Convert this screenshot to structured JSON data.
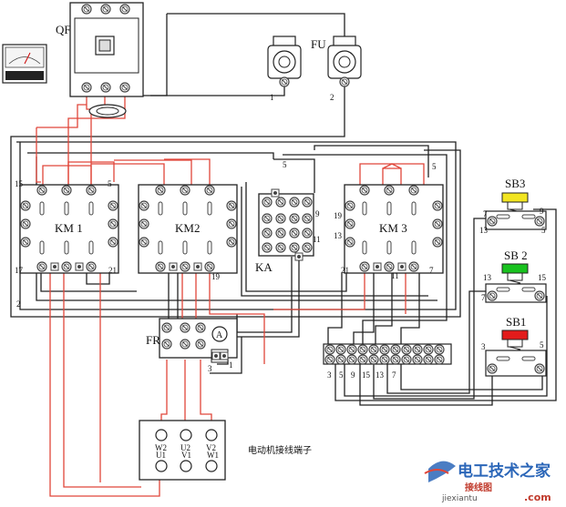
{
  "colors": {
    "wire_black": "#222222",
    "wire_red": "#e0463a",
    "terminal": "#555555",
    "btn_yellow": "#f2e521",
    "btn_green": "#19c21f",
    "btn_red": "#e21b1b",
    "watermark_blue": "#2b66b8"
  },
  "components": {
    "qf": "QF",
    "fu": "FU",
    "fu_num_1": "1",
    "fu_num_2": "2",
    "km1": "KM 1",
    "km2": "KM2",
    "km3": "KM 3",
    "ka": "KA",
    "fr": "FR",
    "sb1": "SB1",
    "sb2": "SB 2",
    "sb3": "SB3",
    "motor_caption": "电动机接线端子"
  },
  "terminal_labels": {
    "km1_15": "15",
    "km1_5": "5",
    "km1_17": "17",
    "km1_21": "21",
    "km2_19": "19",
    "ka_5": "5",
    "ka_9": "9",
    "ka_11": "11",
    "km3_19": "19",
    "km3_13": "13",
    "km3_5": "5",
    "km3_21": "21",
    "km3_11": "11",
    "km3_7": "7",
    "left_2": "2",
    "fr_3": "3",
    "fr_1": "1",
    "strip": [
      "3",
      "5",
      "9",
      "15",
      "13",
      "7"
    ],
    "sb3_7": "7",
    "sb3_9": "9",
    "sb3_13": "13",
    "sb3_5": "5",
    "sb2_13": "13",
    "sb2_15": "15",
    "sb2_7": "7",
    "sb1_3": "3",
    "sb1_5": "5",
    "motor_top": [
      "W2",
      "U2",
      "V2"
    ],
    "motor_bottom": [
      "U1",
      "V1",
      "W1"
    ]
  },
  "watermark": {
    "title": "电工技术之家",
    "site": "jiexiantu",
    "cn": "接线图",
    "com": ".com"
  }
}
